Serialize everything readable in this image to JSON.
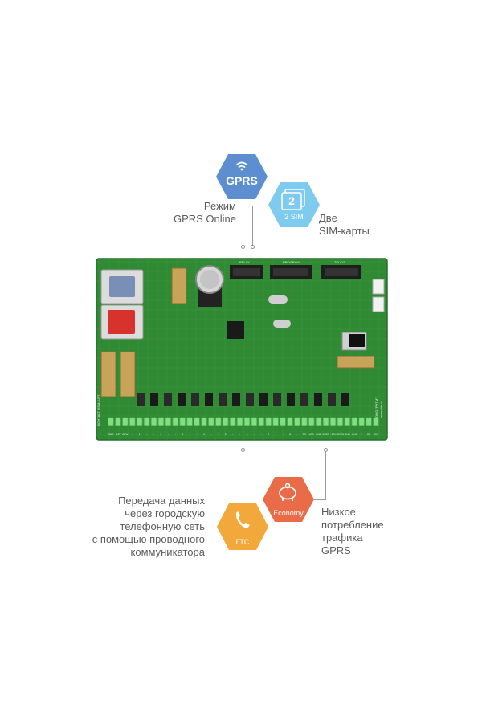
{
  "badges": {
    "gprs": {
      "text": "GPRS",
      "color": "#5d8fd0"
    },
    "sim": {
      "text": "2 SIM",
      "number": "2",
      "color": "#7fcbef"
    },
    "gtc": {
      "text": "ГТС",
      "color": "#f2a83a"
    },
    "economy": {
      "text": "Economy",
      "color": "#ea6b47"
    }
  },
  "labels": {
    "gprs_mode": [
      "Режим",
      "GPRS Online"
    ],
    "two_sim": [
      "Две",
      "SIM-карты"
    ],
    "data_transfer": [
      "Передача данных",
      "через городскую",
      "телефонную сеть",
      "с помощью проводного",
      "коммуникатора"
    ],
    "low_traffic": [
      "Низкое",
      "потребление",
      "трафика",
      "GPRS"
    ]
  },
  "board": {
    "color": "#2f8a33",
    "header_labels": [
      "RELAY",
      "PROGRAM",
      "TELCO"
    ],
    "terminal_labels": [
      "GND",
      "+12V",
      "CPW",
      "+",
      "1",
      "-",
      "+",
      "2",
      "-",
      "+",
      "3",
      "-",
      "+",
      "4",
      "-",
      "+",
      "5",
      "-",
      "+",
      "6",
      "-",
      "+",
      "7",
      "-",
      "+",
      "8",
      "-",
      "TR",
      "LED",
      "GND",
      "DATA",
      "+12V",
      "SIREN",
      "GND",
      "OK1",
      "+",
      "OK",
      "OK2"
    ],
    "side_text": [
      "КОНТАКТ GSM-5-RT"
    ],
    "vendor_text": [
      "ООО \"РИТМ\"",
      "www.ritm.ru"
    ]
  }
}
